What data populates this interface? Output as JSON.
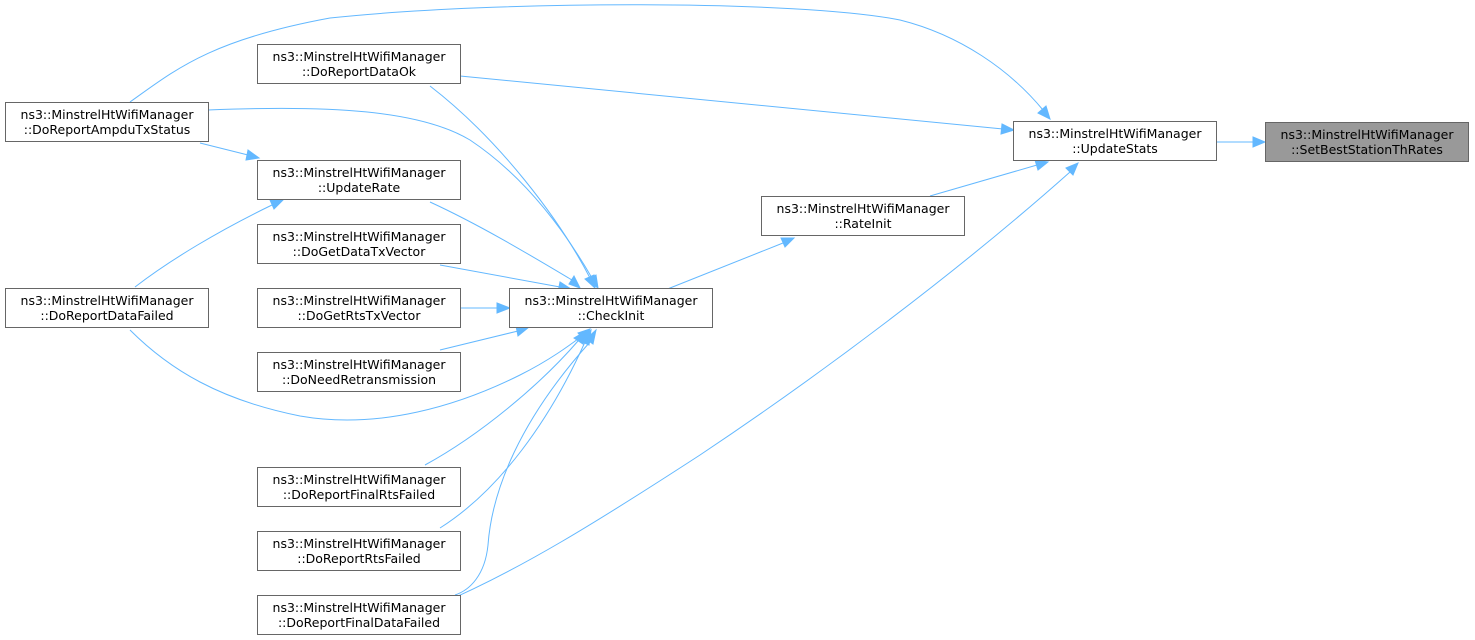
{
  "graph": {
    "nodes": {
      "setbest": {
        "line1": "ns3::MinstrelHtWifiManager",
        "line2": "::SetBestStationThRates"
      },
      "update": {
        "line1": "ns3::MinstrelHtWifiManager",
        "line2": "::UpdateStats"
      },
      "rateinit": {
        "line1": "ns3::MinstrelHtWifiManager",
        "line2": "::RateInit"
      },
      "checkinit": {
        "line1": "ns3::MinstrelHtWifiManager",
        "line2": "::CheckInit"
      },
      "ampdu": {
        "line1": "ns3::MinstrelHtWifiManager",
        "line2": "::DoReportAmpduTxStatus"
      },
      "dataok": {
        "line1": "ns3::MinstrelHtWifiManager",
        "line2": "::DoReportDataOk"
      },
      "updaterate": {
        "line1": "ns3::MinstrelHtWifiManager",
        "line2": "::UpdateRate"
      },
      "getdata": {
        "line1": "ns3::MinstrelHtWifiManager",
        "line2": "::DoGetDataTxVector"
      },
      "getrts": {
        "line1": "ns3::MinstrelHtWifiManager",
        "line2": "::DoGetRtsTxVector"
      },
      "needretx": {
        "line1": "ns3::MinstrelHtWifiManager",
        "line2": "::DoNeedRetransmission"
      },
      "datafailed": {
        "line1": "ns3::MinstrelHtWifiManager",
        "line2": "::DoReportDataFailed"
      },
      "finalrts": {
        "line1": "ns3::MinstrelHtWifiManager",
        "line2": "::DoReportFinalRtsFailed"
      },
      "rtsfailed": {
        "line1": "ns3::MinstrelHtWifiManager",
        "line2": "::DoReportRtsFailed"
      },
      "finaldata": {
        "line1": "ns3::MinstrelHtWifiManager",
        "line2": "::DoReportFinalDataFailed"
      }
    },
    "colors": {
      "edge": "#63b8ff",
      "node_border": "#666666",
      "active_fill": "#999999"
    }
  }
}
